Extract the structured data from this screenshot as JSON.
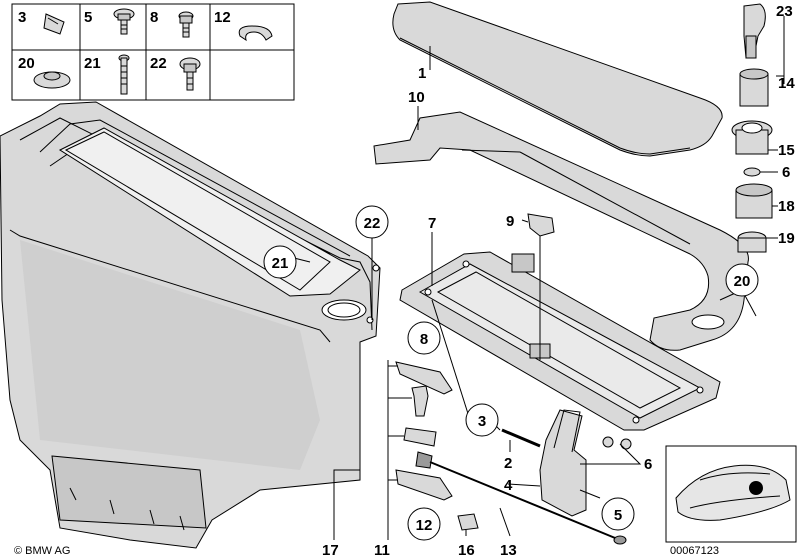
{
  "legend": {
    "cells": [
      {
        "label": "3",
        "icon": "clip-icon"
      },
      {
        "label": "5",
        "icon": "screw-icon"
      },
      {
        "label": "8",
        "icon": "screw-icon"
      },
      {
        "label": "12",
        "icon": "spring-clip-icon"
      },
      {
        "label": "20",
        "icon": "grommet-icon"
      },
      {
        "label": "21",
        "icon": "long-screw-icon"
      },
      {
        "label": "22",
        "icon": "screw-icon"
      }
    ]
  },
  "callouts": {
    "n1": "1",
    "n10": "10",
    "n7": "7",
    "n9": "9",
    "n23": "23",
    "n14": "14",
    "n15": "15",
    "n6a": "6",
    "n18": "18",
    "n19": "19",
    "n20": "20",
    "n21": "21",
    "n22": "22",
    "n8": "8",
    "n3": "3",
    "n2": "2",
    "n6b": "6",
    "n4": "4",
    "n5": "5",
    "n12": "12",
    "n16": "16",
    "n13": "13",
    "n11": "11",
    "n17": "17"
  },
  "footer": {
    "copyright": "© BMW AG",
    "code": "00067123"
  }
}
